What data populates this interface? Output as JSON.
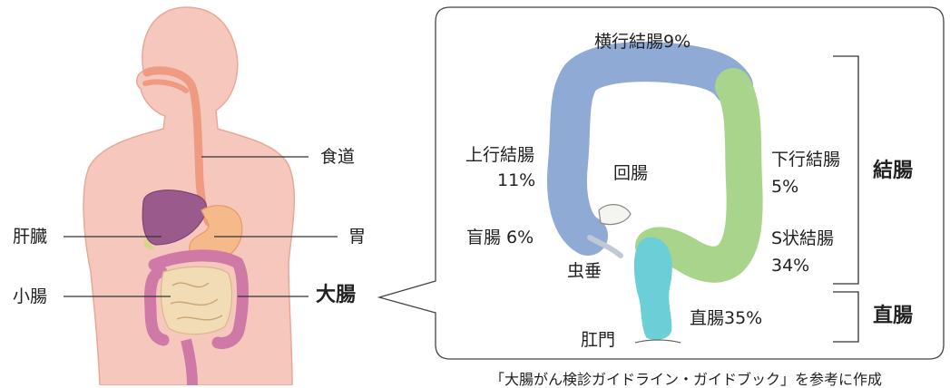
{
  "body_labels": {
    "esophagus": "食道",
    "liver": "肝臓",
    "stomach": "胃",
    "small_intestine": "小腸",
    "large_intestine": "大腸"
  },
  "colon_labels": {
    "transverse": "横行結腸9%",
    "ascending": "上行結腸",
    "ascending_pct": "11%",
    "ileum": "回腸",
    "cecum": "盲腸 6%",
    "appendix": "虫垂",
    "descending": "下行結腸",
    "descending_pct": "5%",
    "sigmoid": "S状結腸",
    "sigmoid_pct": "34%",
    "rectum": "直腸35%",
    "anus": "肛門"
  },
  "groups": {
    "colon": "結腸",
    "rectum": "直腸"
  },
  "source_note": "「大腸がん検診ガイドライン・ガイドブック」を参考に作成",
  "colors": {
    "skin": "#f6c7bd",
    "skin_outline": "#e8a898",
    "esophagus": "#ef9b82",
    "liver": "#9b5a8c",
    "stomach": "#f5b98a",
    "small_intestine": "#f1dcb6",
    "large_intestine": "#cf7aa6",
    "colon_blue": "#8faad4",
    "colon_green": "#a9d48c",
    "rectum": "#6ccfd8"
  }
}
